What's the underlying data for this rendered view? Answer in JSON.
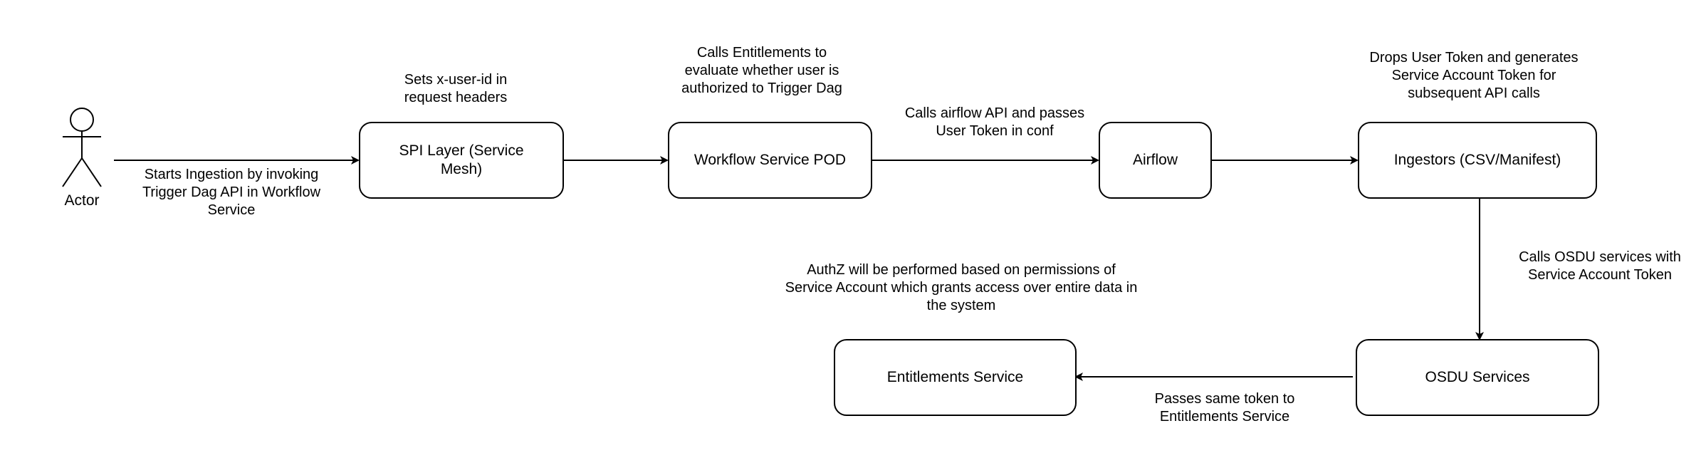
{
  "actor": {
    "label": "Actor"
  },
  "nodes": {
    "spi_layer": "SPI Layer (Service\nMesh)",
    "workflow_service": "Workflow Service POD",
    "airflow": "Airflow",
    "ingestors": "Ingestors (CSV/Manifest)",
    "osdu_services": "OSDU Services",
    "entitlements_service": "Entitlements Service"
  },
  "edge_labels": {
    "actor_to_spi": "Starts Ingestion by invoking\nTrigger Dag API in Workflow\nService",
    "spi_note": "Sets x-user-id in\nrequest headers",
    "workflow_note": "Calls Entitlements to\nevaluate whether user is\nauthorized to Trigger Dag",
    "workflow_to_airflow": "Calls airflow API and passes\nUser Token in conf",
    "ingestors_note": "Drops User Token and generates\nService Account Token for\nsubsequent API calls",
    "ingestors_to_osdu": "Calls OSDU services with\nService Account Token",
    "osdu_to_entitlements": "Passes same token to\nEntitlements Service",
    "entitlements_note": "AuthZ will be performed based on permissions of\nService Account which grants access over entire data in\nthe system"
  },
  "colors": {
    "stroke": "#000000",
    "background": "#ffffff"
  }
}
